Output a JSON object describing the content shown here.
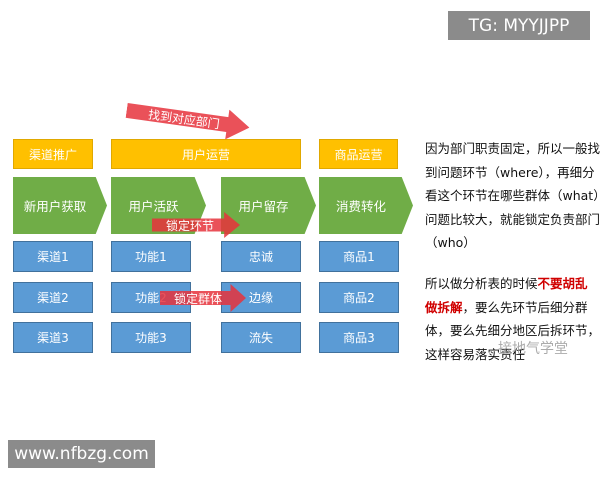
{
  "departments": [
    "渠道推广",
    "用户运营",
    "商品运营"
  ],
  "stages": [
    "新用户获取",
    "用户活跃",
    "用户留存",
    "消费转化"
  ],
  "columns": [
    [
      "渠道1",
      "渠道2",
      "渠道3"
    ],
    [
      "功能1",
      "功能2",
      "功能3"
    ],
    [
      "忠诚",
      "边缘",
      "流失"
    ],
    [
      "商品1",
      "商品2",
      "商品3"
    ]
  ],
  "arrows": {
    "department": "找到对应部门",
    "stage": "锁定环节",
    "group": "锁定群体"
  },
  "explanation": {
    "para1": "因为部门职责固定，所以一般找到问题环节（where），再细分看这个环节在哪些群体（what）问题比较大，就能锁定负责部门（who）",
    "para2_prefix": "所以做分析表的时候",
    "para2_highlight": "不要胡乱做拆解",
    "para2_suffix": "，要么先环节后细分群体，要么先细分地区后拆环节，这样容易落实责任"
  },
  "watermarks": {
    "top": "TG: MYYJJPP",
    "bottom": "www.nfbzg.com",
    "wechat": "接地气学堂"
  },
  "colors": {
    "department": "#ffc000",
    "stage": "#70ad47",
    "item": "#5b9bd5",
    "arrow": "#e6323c",
    "highlight": "#d00000"
  }
}
